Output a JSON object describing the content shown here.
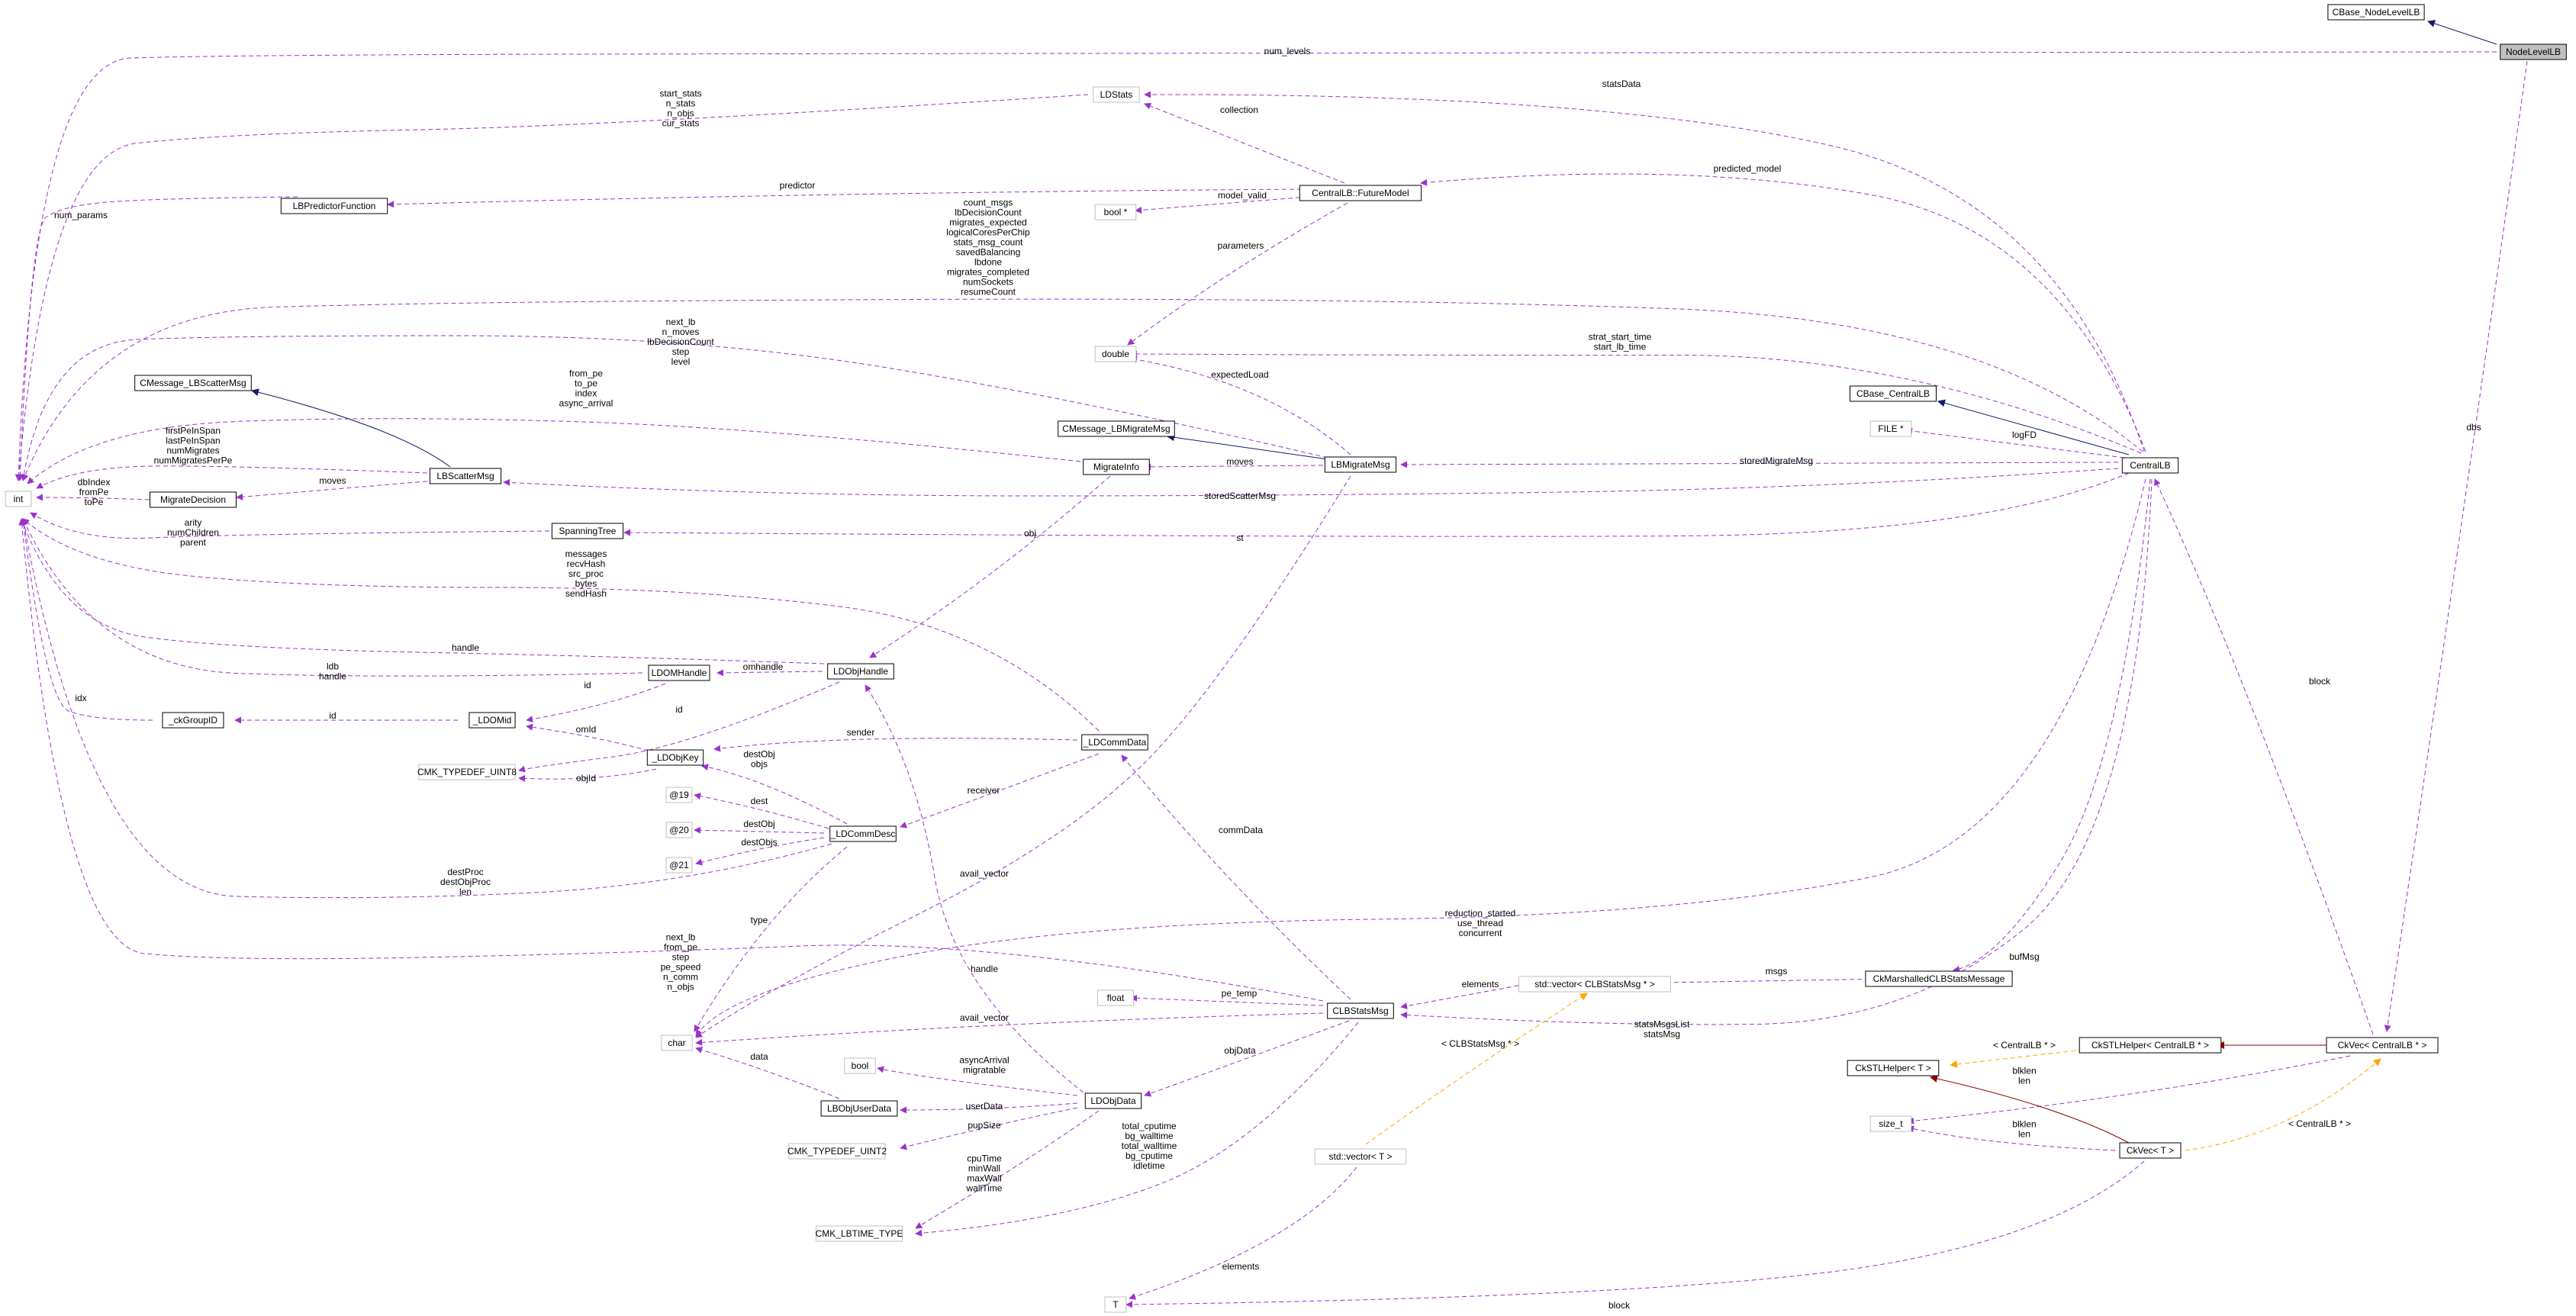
{
  "diagram": {
    "colors": {
      "edge_member": "#9a32cd",
      "edge_inherit": "#191970",
      "edge_template": "#ffa500",
      "edge_template_inherit": "#8b0000",
      "box_border": "#000000",
      "box_dim_border": "#bfbfbf",
      "highlight_fill": "#bfbfbf",
      "text": "#000000"
    },
    "nodes": [
      {
        "id": "NodeLevelLB",
        "label": "NodeLevelLB",
        "style": "highlight"
      },
      {
        "id": "CBase_NodeLevelLB",
        "label": "CBase_NodeLevelLB",
        "style": "normal"
      },
      {
        "id": "LDStats",
        "label": "LDStats",
        "style": "dim"
      },
      {
        "id": "FutureModel",
        "label": "CentralLB::FutureModel",
        "style": "normal"
      },
      {
        "id": "boolptr",
        "label": "bool *",
        "style": "dim"
      },
      {
        "id": "LBPredictorFunction",
        "label": "LBPredictorFunction",
        "style": "normal"
      },
      {
        "id": "double",
        "label": "double",
        "style": "dim"
      },
      {
        "id": "CBase_CentralLB",
        "label": "CBase_CentralLB",
        "style": "normal"
      },
      {
        "id": "FILEptr",
        "label": "FILE *",
        "style": "dim"
      },
      {
        "id": "CentralLB",
        "label": "CentralLB",
        "style": "normal"
      },
      {
        "id": "CMessage_LBScatterMsg",
        "label": "CMessage_LBScatterMsg",
        "style": "normal"
      },
      {
        "id": "CMessage_LBMigrateMsg",
        "label": "CMessage_LBMigrateMsg",
        "style": "normal"
      },
      {
        "id": "MigrateInfo",
        "label": "MigrateInfo",
        "style": "normal"
      },
      {
        "id": "LBMigrateMsg",
        "label": "LBMigrateMsg",
        "style": "normal"
      },
      {
        "id": "int",
        "label": "int",
        "style": "dim"
      },
      {
        "id": "LBScatterMsg",
        "label": "LBScatterMsg",
        "style": "normal"
      },
      {
        "id": "MigrateDecision",
        "label": "MigrateDecision",
        "style": "normal"
      },
      {
        "id": "SpanningTree",
        "label": "SpanningTree",
        "style": "normal"
      },
      {
        "id": "LDObjHandle",
        "label": "LDObjHandle",
        "style": "normal"
      },
      {
        "id": "LDOMHandle",
        "label": "LDOMHandle",
        "style": "normal"
      },
      {
        "id": "ckGroupID",
        "label": "_ckGroupID",
        "style": "normal"
      },
      {
        "id": "LDOMid",
        "label": "_LDOMid",
        "style": "normal"
      },
      {
        "id": "LDObjKey",
        "label": "_LDObjKey",
        "style": "normal"
      },
      {
        "id": "UINT8",
        "label": "CMK_TYPEDEF_UINT8",
        "style": "dim"
      },
      {
        "id": "LDCommData",
        "label": "_LDCommData",
        "style": "normal"
      },
      {
        "id": "a19",
        "label": "@19",
        "style": "dim"
      },
      {
        "id": "a20",
        "label": "@20",
        "style": "dim"
      },
      {
        "id": "a21",
        "label": "@21",
        "style": "dim"
      },
      {
        "id": "LDCommDesc",
        "label": "_LDCommDesc",
        "style": "normal"
      },
      {
        "id": "vecCLB",
        "label": "std::vector< CLBStatsMsg * >",
        "style": "dim"
      },
      {
        "id": "CkMarshalled",
        "label": "CkMarshalledCLBStatsMessage",
        "style": "normal"
      },
      {
        "id": "float",
        "label": "float",
        "style": "dim"
      },
      {
        "id": "CLBStatsMsg",
        "label": "CLBStatsMsg",
        "style": "normal"
      },
      {
        "id": "char",
        "label": "char",
        "style": "dim"
      },
      {
        "id": "bool",
        "label": "bool",
        "style": "dim"
      },
      {
        "id": "LBObjUserData",
        "label": "LBObjUserData",
        "style": "normal"
      },
      {
        "id": "LDObjData",
        "label": "LDObjData",
        "style": "normal"
      },
      {
        "id": "UINT2",
        "label": "CMK_TYPEDEF_UINT2",
        "style": "dim"
      },
      {
        "id": "LBTIME",
        "label": "CMK_LBTIME_TYPE",
        "style": "dim"
      },
      {
        "id": "CkSTLHelperCLB",
        "label": "CkSTLHelper< CentralLB * >",
        "style": "normal"
      },
      {
        "id": "CkVecCLB",
        "label": "CkVec< CentralLB * >",
        "style": "normal"
      },
      {
        "id": "CkSTLHelperT",
        "label": "CkSTLHelper< T >",
        "style": "normal"
      },
      {
        "id": "size_t",
        "label": "size_t",
        "style": "dim"
      },
      {
        "id": "CkVecT",
        "label": "CkVec< T >",
        "style": "normal"
      },
      {
        "id": "vecT",
        "label": "std::vector< T >",
        "style": "dim"
      },
      {
        "id": "T",
        "label": "T",
        "style": "dim"
      }
    ],
    "edges": [
      {
        "from": "NodeLevelLB",
        "to": "CBase_NodeLevelLB",
        "kind": "inherit"
      },
      {
        "from": "NodeLevelLB",
        "to": "int",
        "kind": "member",
        "label": [
          "num_levels"
        ]
      },
      {
        "from": "NodeLevelLB",
        "to": "CkVecCLB",
        "kind": "member",
        "label": [
          "dbs"
        ]
      },
      {
        "from": "CentralLB",
        "to": "LDStats",
        "kind": "member",
        "label": [
          "statsData"
        ]
      },
      {
        "from": "FutureModel",
        "to": "LDStats",
        "kind": "member",
        "label": [
          "collection"
        ]
      },
      {
        "from": "LDStats",
        "to": "int",
        "kind": "member",
        "label": [
          "start_stats",
          "n_stats",
          "n_objs",
          "cur_stats"
        ]
      },
      {
        "from": "CentralLB",
        "to": "FutureModel",
        "kind": "member",
        "label": [
          "predicted_model"
        ]
      },
      {
        "from": "FutureModel",
        "to": "LBPredictorFunction",
        "kind": "member",
        "label": [
          "predictor"
        ]
      },
      {
        "from": "FutureModel",
        "to": "boolptr",
        "kind": "member",
        "label": [
          "model_valid"
        ]
      },
      {
        "from": "FutureModel",
        "to": "double",
        "kind": "member",
        "label": [
          "parameters"
        ]
      },
      {
        "from": "LBPredictorFunction",
        "to": "int",
        "kind": "member",
        "label": [
          "num_params"
        ]
      },
      {
        "from": "CentralLB",
        "to": "int",
        "kind": "member",
        "label": [
          "count_msgs",
          "lbDecisionCount",
          "migrates_expected",
          "logicalCoresPerChip",
          "stats_msg_count",
          "savedBalancing",
          "lbdone",
          "migrates_completed",
          "numSockets",
          "resumeCount"
        ]
      },
      {
        "from": "CentralLB",
        "to": "double",
        "kind": "member",
        "label": [
          "strat_start_time",
          "start_lb_time"
        ]
      },
      {
        "from": "LBMigrateMsg",
        "to": "double",
        "kind": "member",
        "label": [
          "expectedLoad"
        ]
      },
      {
        "from": "LBMigrateMsg",
        "to": "int",
        "kind": "member",
        "label": [
          "next_lb",
          "n_moves",
          "lbDecisionCount",
          "step",
          "level"
        ]
      },
      {
        "from": "CentralLB",
        "to": "CBase_CentralLB",
        "kind": "inherit"
      },
      {
        "from": "CentralLB",
        "to": "FILEptr",
        "kind": "member",
        "label": [
          "logFD"
        ]
      },
      {
        "from": "CentralLB",
        "to": "LBMigrateMsg",
        "kind": "member",
        "label": [
          "storedMigrateMsg"
        ]
      },
      {
        "from": "LBMigrateMsg",
        "to": "CMessage_LBMigrateMsg",
        "kind": "inherit"
      },
      {
        "from": "LBMigrateMsg",
        "to": "MigrateInfo",
        "kind": "member",
        "label": [
          "moves"
        ]
      },
      {
        "from": "MigrateInfo",
        "to": "int",
        "kind": "member",
        "label": [
          "from_pe",
          "to_pe",
          "index",
          "async_arrival"
        ]
      },
      {
        "from": "MigrateInfo",
        "to": "LDObjHandle",
        "kind": "member",
        "label": [
          "obj"
        ]
      },
      {
        "from": "LBScatterMsg",
        "to": "CMessage_LBScatterMsg",
        "kind": "inherit"
      },
      {
        "from": "LBScatterMsg",
        "to": "int",
        "kind": "member",
        "label": [
          "firstPeInSpan",
          "lastPeInSpan",
          "numMigrates",
          "numMigratesPerPe"
        ]
      },
      {
        "from": "LBScatterMsg",
        "to": "MigrateDecision",
        "kind": "member",
        "label": [
          "moves"
        ]
      },
      {
        "from": "MigrateDecision",
        "to": "int",
        "kind": "member",
        "label": [
          "dbIndex",
          "fromPe",
          "toPe"
        ]
      },
      {
        "from": "CentralLB",
        "to": "LBScatterMsg",
        "kind": "member",
        "label": [
          "storedScatterMsg"
        ]
      },
      {
        "from": "CentralLB",
        "to": "SpanningTree",
        "kind": "member",
        "label": [
          "st"
        ]
      },
      {
        "from": "SpanningTree",
        "to": "int",
        "kind": "member",
        "label": [
          "arity",
          "numChildren",
          "parent"
        ]
      },
      {
        "from": "LDCommData",
        "to": "int",
        "kind": "member",
        "label": [
          "messages",
          "recvHash",
          "src_proc",
          "bytes",
          "sendHash"
        ]
      },
      {
        "from": "LDObjHandle",
        "to": "int",
        "kind": "member",
        "label": [
          "handle"
        ]
      },
      {
        "from": "LDOMHandle",
        "to": "int",
        "kind": "member",
        "label": [
          "ldb",
          "handle"
        ]
      },
      {
        "from": "LDObjHandle",
        "to": "LDOMHandle",
        "kind": "member",
        "label": [
          "omhandle"
        ]
      },
      {
        "from": "LDOMHandle",
        "to": "LDOMid",
        "kind": "member",
        "label": [
          "id"
        ]
      },
      {
        "from": "ckGroupID",
        "to": "int",
        "kind": "member",
        "label": [
          "idx"
        ]
      },
      {
        "from": "LDOMid",
        "to": "ckGroupID",
        "kind": "member",
        "label": [
          "id"
        ]
      },
      {
        "from": "LDObjHandle",
        "to": "UINT8",
        "kind": "member",
        "label": [
          "id"
        ]
      },
      {
        "from": "LDObjKey",
        "to": "LDOMid",
        "kind": "member",
        "label": [
          "omId"
        ]
      },
      {
        "from": "LDObjKey",
        "to": "UINT8",
        "kind": "member",
        "label": [
          "objId"
        ]
      },
      {
        "from": "LDCommData",
        "to": "LDObjKey",
        "kind": "member",
        "label": [
          "sender"
        ]
      },
      {
        "from": "LDCommData",
        "to": "LDCommDesc",
        "kind": "member",
        "label": [
          "receiver"
        ]
      },
      {
        "from": "LDCommDesc",
        "to": "LDObjKey",
        "kind": "member",
        "label": [
          "destObj",
          "objs"
        ]
      },
      {
        "from": "LDCommDesc",
        "to": "a19",
        "kind": "member",
        "label": [
          "dest"
        ]
      },
      {
        "from": "LDCommDesc",
        "to": "a20",
        "kind": "member",
        "label": [
          "destObj"
        ]
      },
      {
        "from": "LDCommDesc",
        "to": "a21",
        "kind": "member",
        "label": [
          "destObjs"
        ]
      },
      {
        "from": "LDCommDesc",
        "to": "int",
        "kind": "member",
        "label": [
          "destProc",
          "destObjProc",
          "len"
        ]
      },
      {
        "from": "LDCommDesc",
        "to": "char",
        "kind": "member",
        "label": [
          "type"
        ]
      },
      {
        "from": "LBMigrateMsg",
        "to": "char",
        "kind": "member",
        "label": [
          "avail_vector"
        ]
      },
      {
        "from": "CLBStatsMsg",
        "to": "LDCommData",
        "kind": "member",
        "label": [
          "commData"
        ]
      },
      {
        "from": "CLBStatsMsg",
        "to": "int",
        "kind": "member",
        "label": [
          "next_lb",
          "from_pe",
          "step",
          "pe_speed",
          "n_comm",
          "n_objs"
        ]
      },
      {
        "from": "CentralLB",
        "to": "char",
        "kind": "member",
        "label": [
          "reduction_started",
          "use_thread",
          "concurrent"
        ]
      },
      {
        "from": "CkMarshalled",
        "to": "vecCLB",
        "kind": "member",
        "label": [
          "msgs"
        ]
      },
      {
        "from": "vecCLB",
        "to": "CLBStatsMsg",
        "kind": "member",
        "label": [
          "elements"
        ]
      },
      {
        "from": "CentralLB",
        "to": "CkMarshalled",
        "kind": "member",
        "label": [
          "bufMsg"
        ]
      },
      {
        "from": "CentralLB",
        "to": "CLBStatsMsg",
        "kind": "member",
        "label": [
          "statsMsgsList",
          "statsMsg"
        ]
      },
      {
        "from": "CLBStatsMsg",
        "to": "float",
        "kind": "member",
        "label": [
          "pe_temp"
        ]
      },
      {
        "from": "CLBStatsMsg",
        "to": "char",
        "kind": "member",
        "label": [
          "avail_vector"
        ]
      },
      {
        "from": "CLBStatsMsg",
        "to": "LDObjData",
        "kind": "member",
        "label": [
          "objData"
        ]
      },
      {
        "from": "LDObjData",
        "to": "LDObjHandle",
        "kind": "member",
        "label": [
          "handle"
        ]
      },
      {
        "from": "LDObjData",
        "to": "bool",
        "kind": "member",
        "label": [
          "asyncArrival",
          "migratable"
        ]
      },
      {
        "from": "LBObjUserData",
        "to": "char",
        "kind": "member",
        "label": [
          "data"
        ]
      },
      {
        "from": "LDObjData",
        "to": "LBObjUserData",
        "kind": "member",
        "label": [
          "userData"
        ]
      },
      {
        "from": "LDObjData",
        "to": "UINT2",
        "kind": "member",
        "label": [
          "pupSize"
        ]
      },
      {
        "from": "LDObjData",
        "to": "LBTIME",
        "kind": "member",
        "label": [
          "cpuTime",
          "minWall",
          "maxWall",
          "wallTime"
        ]
      },
      {
        "from": "CLBStatsMsg",
        "to": "LBTIME",
        "kind": "member",
        "label": [
          "total_cputime",
          "bg_walltime",
          "total_walltime",
          "bg_cputime",
          "idletime"
        ]
      },
      {
        "from": "CkVecCLB",
        "to": "CkSTLHelperCLB",
        "kind": "template_inherit"
      },
      {
        "from": "CkSTLHelperCLB",
        "to": "CkSTLHelperT",
        "kind": "template",
        "label": [
          "< CentralLB * >"
        ]
      },
      {
        "from": "CkVecCLB",
        "to": "CentralLB",
        "kind": "member",
        "label": [
          "block"
        ]
      },
      {
        "from": "CkVecCLB",
        "to": "size_t",
        "kind": "member",
        "label": [
          "blklen",
          "len"
        ]
      },
      {
        "from": "CkVecT",
        "to": "CkVecCLB",
        "kind": "template",
        "label": [
          "< CentralLB * >"
        ]
      },
      {
        "from": "CkVecT",
        "to": "CkSTLHelperT",
        "kind": "template_inherit"
      },
      {
        "from": "CkVecT",
        "to": "size_t",
        "kind": "member",
        "label": [
          "blklen",
          "len"
        ]
      },
      {
        "from": "CkVecT",
        "to": "T",
        "kind": "member",
        "label": [
          "block"
        ]
      },
      {
        "from": "vecT",
        "to": "vecCLB",
        "kind": "template",
        "label": [
          "< CLBStatsMsg * >"
        ]
      },
      {
        "from": "vecT",
        "to": "T",
        "kind": "member",
        "label": [
          "elements"
        ]
      }
    ]
  }
}
